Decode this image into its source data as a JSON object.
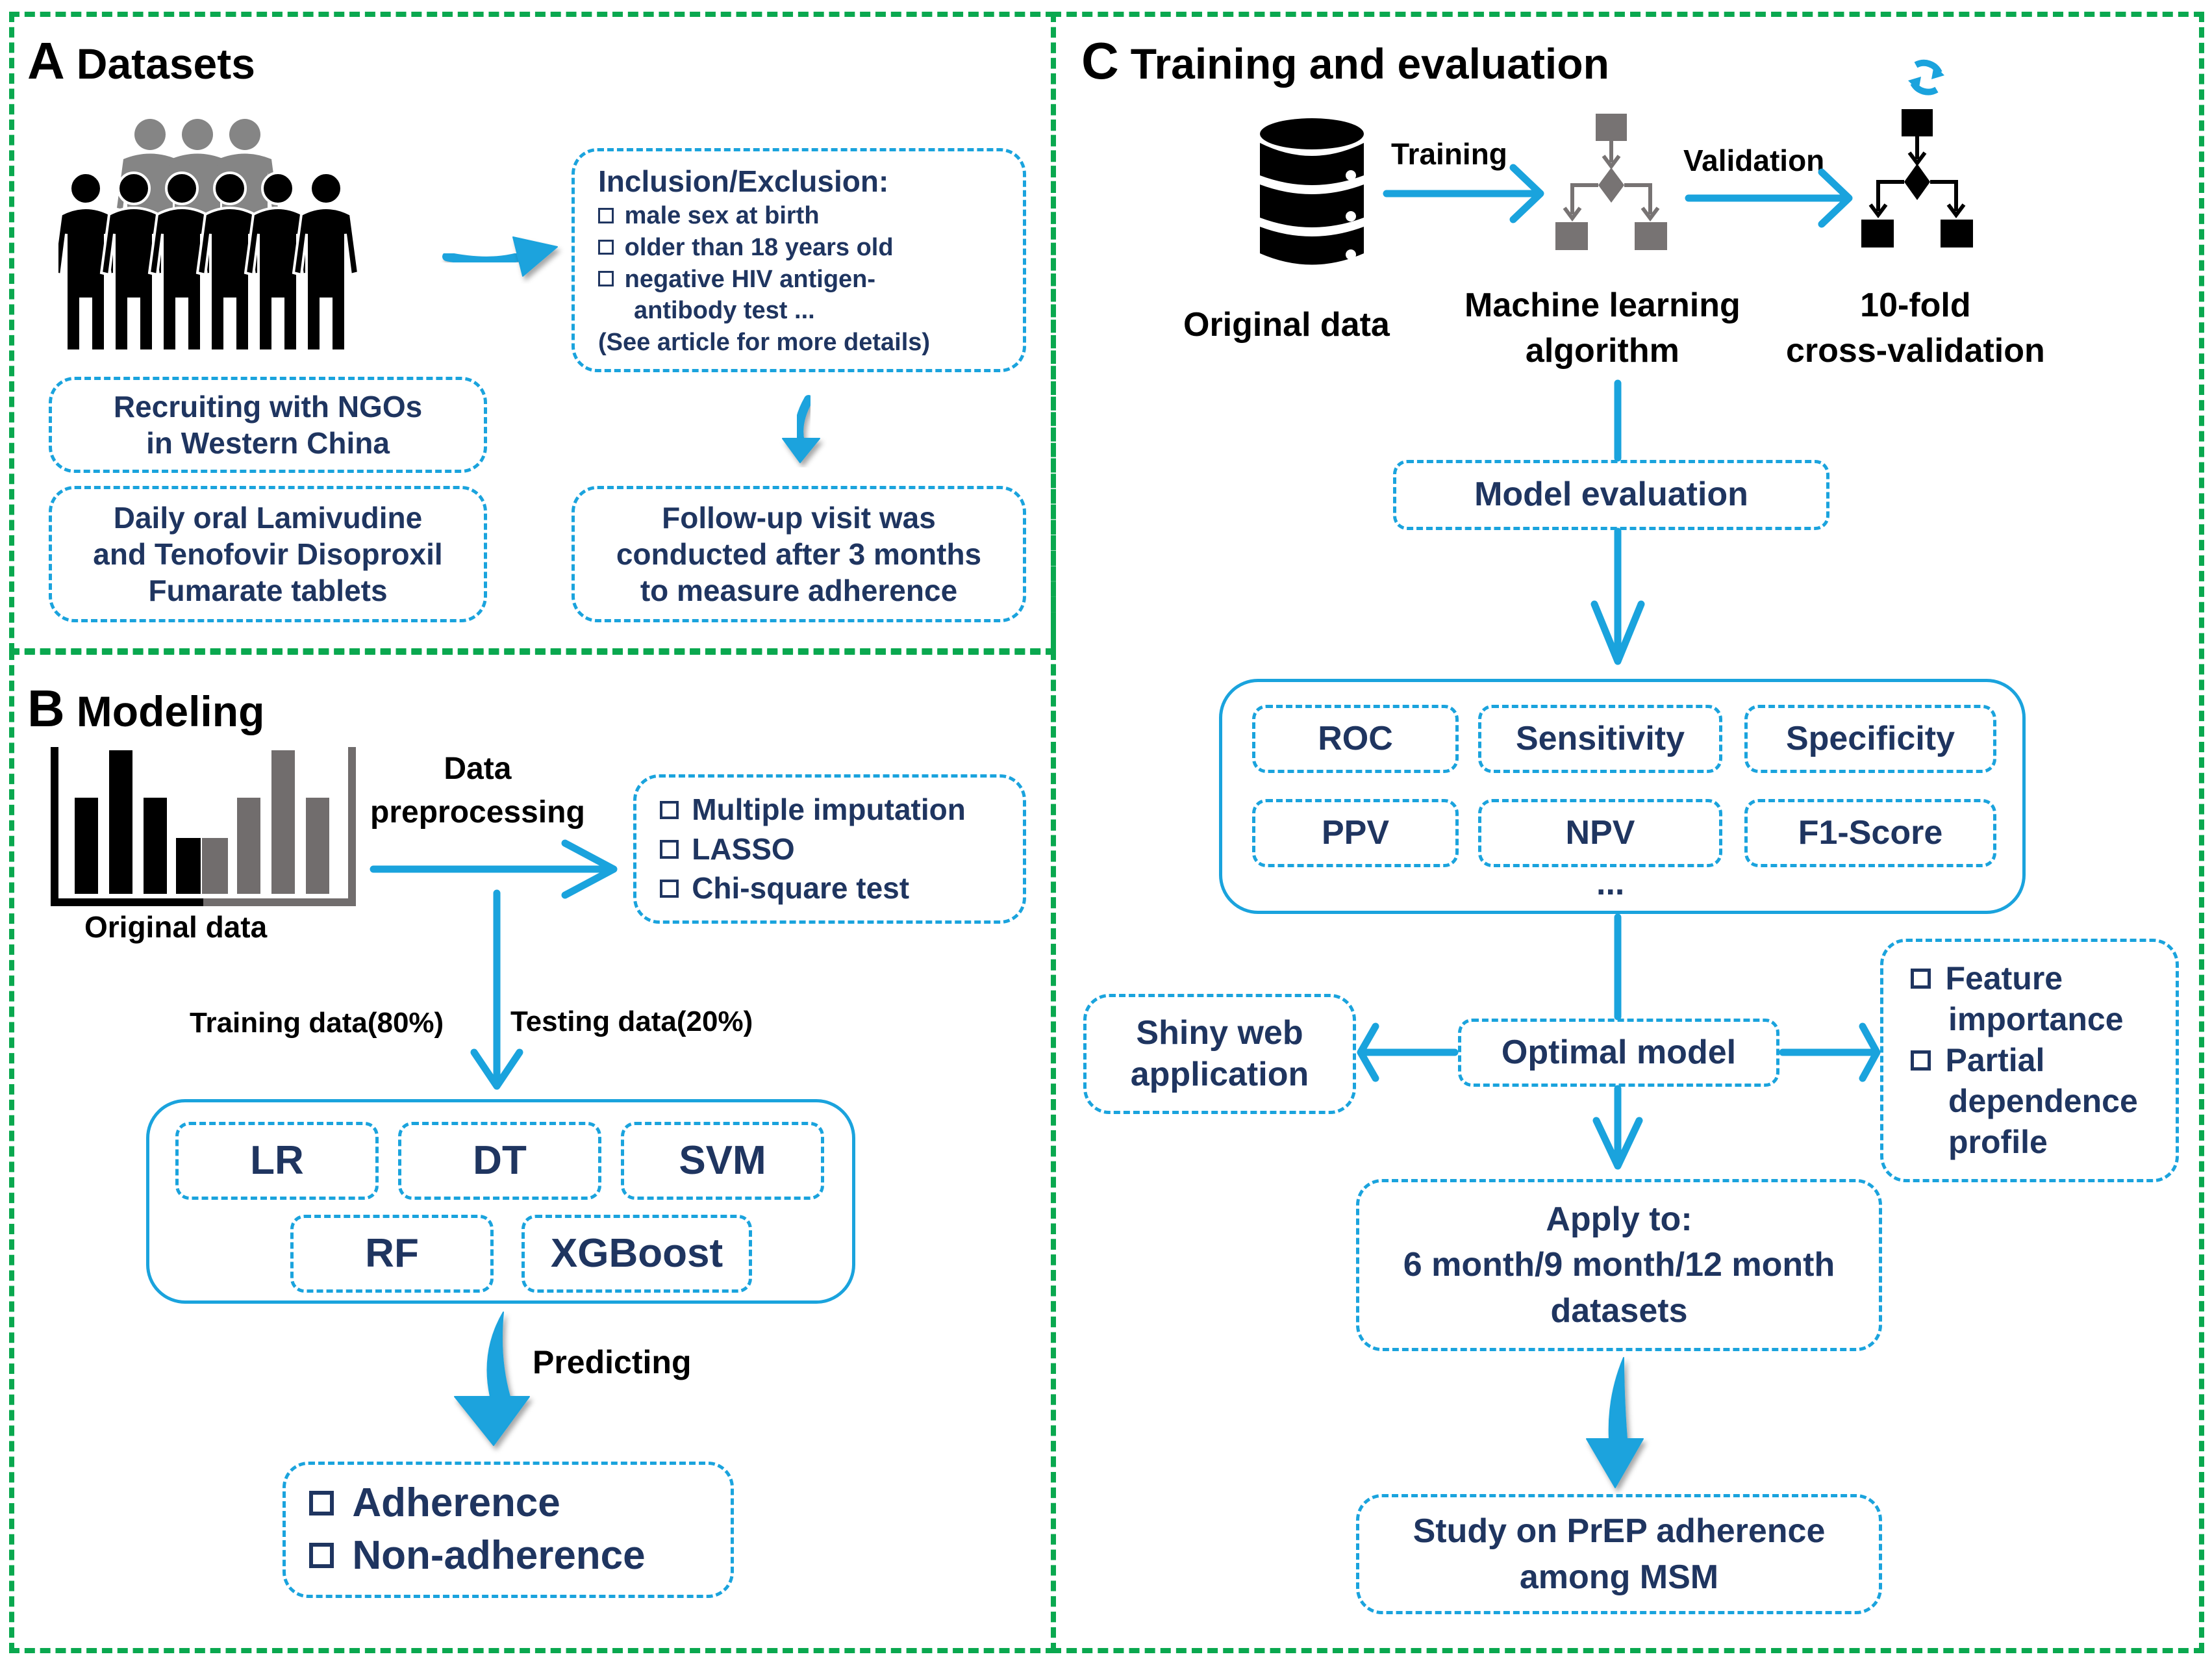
{
  "colors": {
    "panel_border": "#0aa84f",
    "accent_blue": "#1aa3dd",
    "text_navy": "#1f3560",
    "figure_black": "#000000",
    "figure_gray": "#7a7777"
  },
  "panel_a": {
    "letter": "A",
    "title": "Datasets",
    "people_icon": "group-of-people-icon",
    "recruiting": [
      "Recruiting with NGOs",
      "in Western China"
    ],
    "medication": [
      "Daily oral Lamivudine",
      "and Tenofovir Disoproxil",
      "Fumarate tablets"
    ],
    "criteria": {
      "heading": "Inclusion/Exclusion:",
      "items": [
        "male sex at birth",
        "older than 18 years old",
        "negative HIV antigen-"
      ],
      "continuation": "antibody test ...",
      "note": "(See article for more details)"
    },
    "followup": [
      "Follow-up visit was",
      "conducted after 3 months",
      "to measure adherence"
    ]
  },
  "panel_b": {
    "letter": "B",
    "title": "Modeling",
    "original_data_label": "Original data",
    "preprocessing_label": [
      "Data",
      "preprocessing"
    ],
    "preprocessing_items": [
      "Multiple imputation",
      "LASSO",
      "Chi-square test"
    ],
    "training_label": "Training data(80%)",
    "testing_label": "Testing data(20%)",
    "models_row1": [
      "LR",
      "DT",
      "SVM"
    ],
    "models_row2": [
      "RF",
      "XGBoost"
    ],
    "predicting_label": "Predicting",
    "outcomes": [
      "Adherence",
      "Non-adherence"
    ]
  },
  "panel_c": {
    "letter": "C",
    "title": "Training and evaluation",
    "original_data_label": "Original data",
    "training_label": "Training",
    "validation_label": "Validation",
    "ml_label": [
      "Machine learning",
      "algorithm"
    ],
    "cv_label": [
      "10-fold",
      "cross-validation"
    ],
    "model_evaluation": "Model evaluation",
    "metrics_row1": [
      "ROC",
      "Sensitivity",
      "Specificity"
    ],
    "metrics_row2": [
      "PPV",
      "NPV",
      "F1-Score"
    ],
    "metrics_more": "...",
    "optimal_model": "Optimal model",
    "shiny": [
      "Shiny web",
      "application"
    ],
    "interpretation_items": [
      [
        "Feature",
        "importance"
      ],
      [
        "Partial",
        "dependence",
        "profile"
      ]
    ],
    "apply_to": [
      "Apply to:",
      "6 month/9 month/12 month",
      "datasets"
    ],
    "study": [
      "Study on PrEP adherence",
      "among MSM"
    ]
  }
}
